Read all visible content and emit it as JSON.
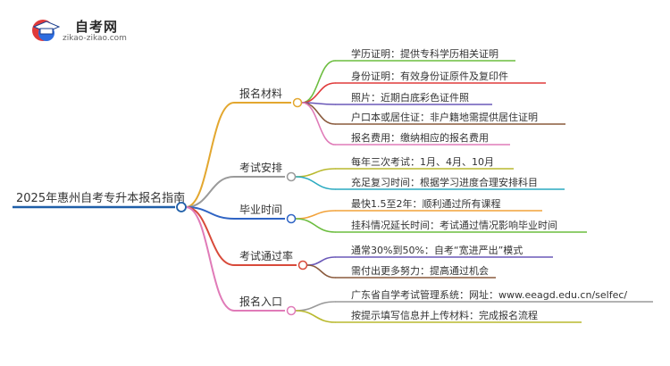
{
  "logo": {
    "title": "自考网",
    "url": "zikao-zikao.com",
    "colors": {
      "red": "#e03a3a",
      "blue": "#2d6cdf"
    }
  },
  "root": {
    "label": "2025年惠州自考专升本报名指南",
    "color": "#1f5fa8"
  },
  "branches": [
    {
      "label": "报名材料",
      "color": "#e3a72f",
      "leaves": [
        {
          "text": "学历证明：提供专科学历相关证明",
          "color": "#6cbd3f"
        },
        {
          "text": "身份证明：有效身份证原件及复印件",
          "color": "#e03b3b"
        },
        {
          "text": "照片：近期白底彩色证件照",
          "color": "#6a58b8"
        },
        {
          "text": "户口本或居住证：非户籍地需提供居住证明",
          "color": "#8a5a3c"
        },
        {
          "text": "报名费用：缴纳相应的报名费用",
          "color": "#e07bb8"
        }
      ]
    },
    {
      "label": "考试安排",
      "color": "#9a9a9a",
      "leaves": [
        {
          "text": "每年三次考试：1月、4月、10月",
          "color": "#b9b92e"
        },
        {
          "text": "充足复习时间：根据学习进度合理安排科目",
          "color": "#2aaac0"
        }
      ]
    },
    {
      "label": "毕业时间",
      "color": "#2f64c4",
      "leaves": [
        {
          "text": "最快1.5至2年：顺利通过所有课程",
          "color": "#f2a23a"
        },
        {
          "text": "挂科情况延长时间：考试通过情况影响毕业时间",
          "color": "#6cbd3f"
        }
      ]
    },
    {
      "label": "考试通过率",
      "color": "#d84a3a",
      "leaves": [
        {
          "text": "通常30%到50%：自考“宽进严出”模式",
          "color": "#6a58b8"
        },
        {
          "text": "需付出更多努力：提高通过机会",
          "color": "#8a5a3c"
        }
      ]
    },
    {
      "label": "报名入口",
      "color": "#e07bb8",
      "leaves": [
        {
          "text": "广东省自学考试管理系统：网址：www.eeagd.edu.cn/selfec/",
          "color": "#9a9a9a"
        },
        {
          "text": "按提示填写信息并上传材料：完成报名流程",
          "color": "#b9b92e"
        }
      ]
    }
  ]
}
